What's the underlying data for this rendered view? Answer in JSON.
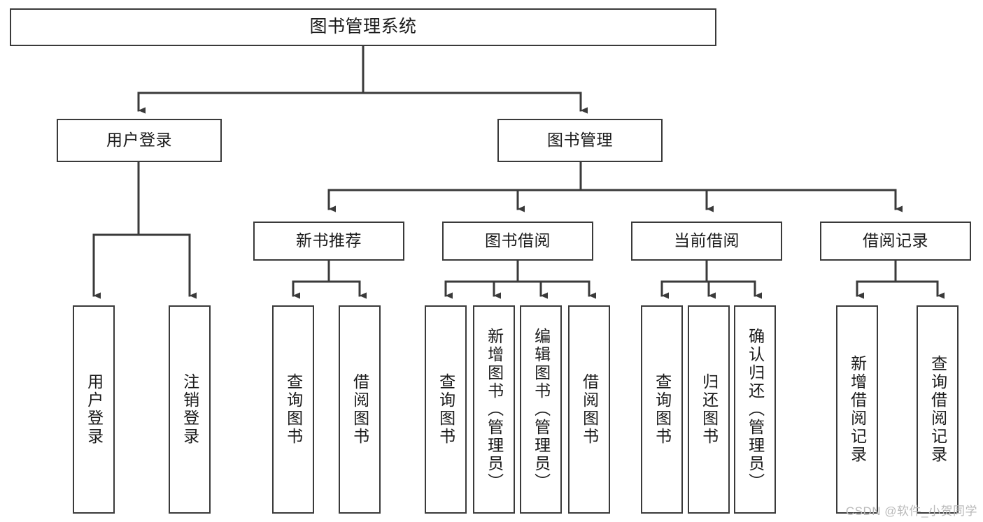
{
  "diagram": {
    "title": "图书管理系统",
    "type": "tree-hierarchy-chart",
    "watermark": "CSDN @软件_小贺同学",
    "colors": {
      "stroke": "#3a3a3a",
      "fill": "#ffffff",
      "text": "#1b1b1b",
      "watermark": "#b9b9b9"
    },
    "nodes": {
      "root": {
        "label": "图书管理系统"
      },
      "level2": [
        {
          "id": "user-login",
          "label": "用户登录"
        },
        {
          "id": "book-manage",
          "label": "图书管理"
        }
      ],
      "level3": [
        {
          "id": "new-book-rec",
          "label": "新书推荐"
        },
        {
          "id": "book-borrow",
          "label": "图书借阅"
        },
        {
          "id": "current-borrow",
          "label": "当前借阅"
        },
        {
          "id": "borrow-record",
          "label": "借阅记录"
        }
      ],
      "leaves": {
        "user-login": [
          {
            "id": "leaf-user-login",
            "label": "用户登录"
          },
          {
            "id": "leaf-logout",
            "label": "注销登录"
          }
        ],
        "new-book-rec": [
          {
            "id": "leaf-query-book-1",
            "label": "查询图书"
          },
          {
            "id": "leaf-borrow-book-1",
            "label": "借阅图书"
          }
        ],
        "book-borrow": [
          {
            "id": "leaf-query-book-2",
            "label": "查询图书"
          },
          {
            "id": "leaf-add-book",
            "label": "新增图书（管理员）"
          },
          {
            "id": "leaf-edit-book",
            "label": "编辑图书（管理员）"
          },
          {
            "id": "leaf-borrow-book-2",
            "label": "借阅图书"
          }
        ],
        "current-borrow": [
          {
            "id": "leaf-query-book-3",
            "label": "查询图书"
          },
          {
            "id": "leaf-return-book",
            "label": "归还图书"
          },
          {
            "id": "leaf-confirm-return",
            "label": "确认归还（管理员）"
          }
        ],
        "borrow-record": [
          {
            "id": "leaf-add-record",
            "label": "新增借阅记录"
          },
          {
            "id": "leaf-query-record",
            "label": "查询借阅记录"
          }
        ]
      }
    }
  }
}
